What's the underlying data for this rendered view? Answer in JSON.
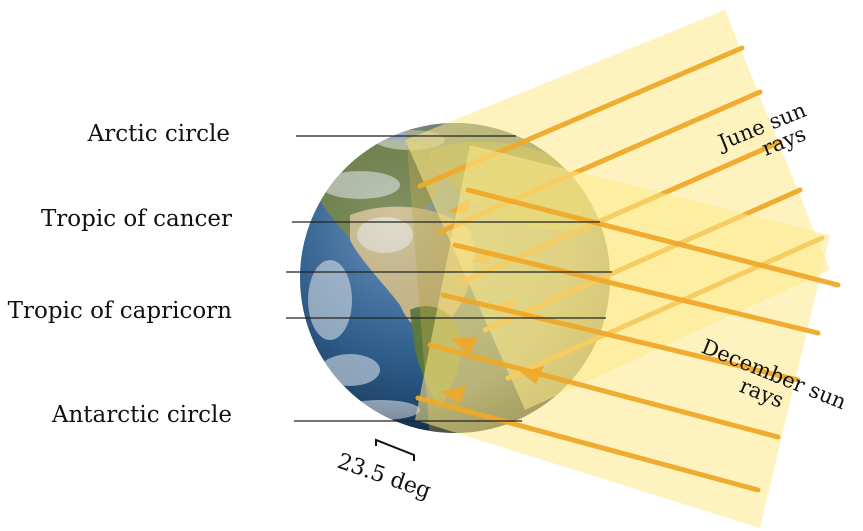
{
  "labels": {
    "arctic": "Arctic circle",
    "cancer": "Tropic of cancer",
    "capricorn": "Tropic of capricorn",
    "antarctic": "Antarctic circle"
  },
  "rays": {
    "june_line1": "June sun",
    "june_line2": "rays",
    "december_line1": "December sun",
    "december_line2": "rays"
  },
  "tilt_label": "23.5 deg",
  "colors": {
    "ray_band": "#fde98a",
    "ray_line": "#f0a92a",
    "ocean": "#2f5f8f",
    "land": "#5f7b3e",
    "cloud": "#e9eef2"
  }
}
